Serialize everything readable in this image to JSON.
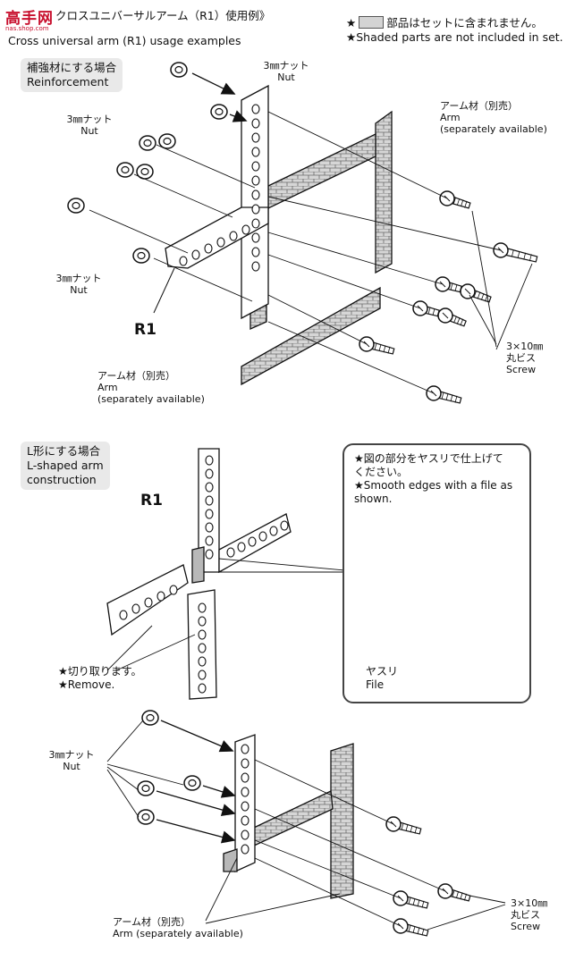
{
  "logo": {
    "main": "高手网",
    "sub": "nas.shop.com"
  },
  "header": {
    "title_jp": "クロスユニバーサルアーム（R1）使用例》",
    "title_en": "Cross universal arm (R1) usage examples",
    "note_jp": "部品はセットに含まれません。",
    "note_en": "★Shaded parts are not included in set.",
    "star": "★"
  },
  "section1": {
    "title_jp": "補強材にする場合",
    "title_en": "Reinforcement",
    "nut_jp": "3㎜ナット",
    "nut_en": "Nut",
    "arm_jp": "アーム材（別売）",
    "arm_en": "Arm",
    "arm_note": "(separately available)",
    "part_label": "R1",
    "screw_jp1": "3×10㎜",
    "screw_jp2": "丸ビス",
    "screw_en": "Screw"
  },
  "section2": {
    "title_jp": "L形にする場合",
    "title_en1": "L-shaped arm",
    "title_en2": "construction",
    "part_label": "R1",
    "remove_jp": "★切り取ります。",
    "remove_en": "★Remove.",
    "inset_jp1": "★図の部分をヤスリで仕上げて",
    "inset_jp2": "ください。",
    "inset_en1": "★Smooth edges with a file as",
    "inset_en2": "shown.",
    "file_jp": "ヤスリ",
    "file_en": "File"
  },
  "section3": {
    "nut_jp": "3㎜ナット",
    "nut_en": "Nut",
    "arm_jp": "アーム材（別売）",
    "arm_en": "Arm (separately available)",
    "screw_jp1": "3×10㎜",
    "screw_jp2": "丸ビス",
    "screw_en": "Screw"
  }
}
